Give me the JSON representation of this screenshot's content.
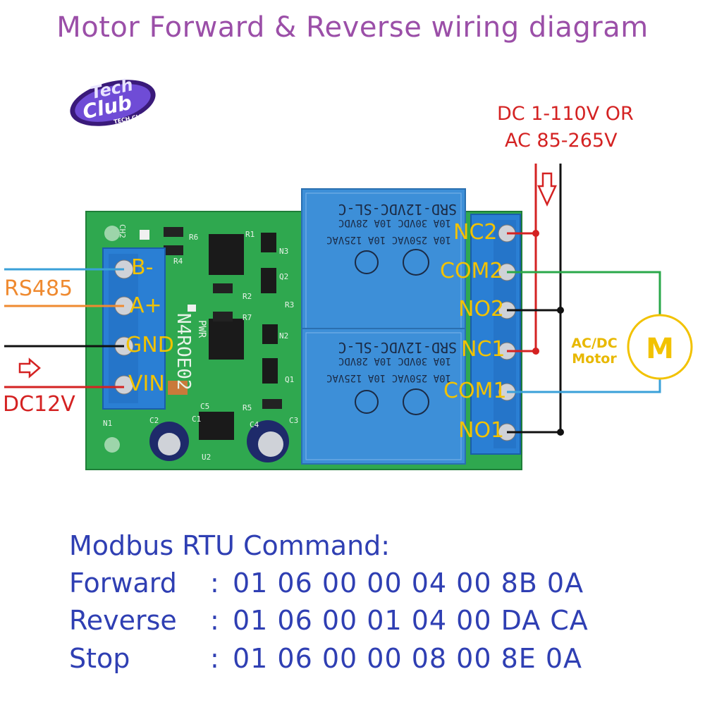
{
  "title": "Motor Forward & Reverse wiring diagram",
  "logo": {
    "line1": "Tech",
    "line2": "Club",
    "sub": "TECH CLUB"
  },
  "supply": {
    "line1": "DC 1-110V OR",
    "line2": "AC 85-265V"
  },
  "left_labels": {
    "rs485": "RS485",
    "dc12v": "DC12V"
  },
  "input_terminals": [
    "B-",
    "A+",
    "GND",
    "VIN"
  ],
  "relay_terminals": [
    "NC2",
    "COM2",
    "NO2",
    "NC1",
    "COM1",
    "NO1"
  ],
  "motor": {
    "symbol": "M",
    "label_line1": "AC/DC",
    "label_line2": "Motor"
  },
  "relay": {
    "model": "SRD-12VDC-SL-C",
    "ratings": [
      "10A 250VAC  10A 125VAC",
      "10A 30VDC  10A 28VDC"
    ]
  },
  "board": {
    "model": "N4ROE02",
    "pwr": "PWR"
  },
  "components": [
    "R1",
    "R2",
    "R3",
    "R4",
    "R5",
    "R6",
    "R7",
    "N1",
    "N2",
    "N3",
    "Q1",
    "Q2",
    "C1",
    "C2",
    "C3",
    "C4",
    "C5",
    "U2",
    "CH2"
  ],
  "commands": {
    "header": "Modbus RTU Command:",
    "rows": [
      {
        "name": "Forward",
        "colon": ":",
        "bytes": "01 06 00 00 04 00 8B 0A"
      },
      {
        "name": "Reverse",
        "colon": ":",
        "bytes": "01 06 00 01 04 00 DA CA"
      },
      {
        "name": "Stop",
        "colon": ":",
        "bytes": "01 06 00 00 08 00 8E 0A"
      }
    ]
  },
  "colors": {
    "title": "#9b4fa8",
    "rs485_wire": "#3aa0d8",
    "rs485_label": "#ef8a30",
    "power_red": "#d42222",
    "ground_black": "#111111",
    "motor_green": "#2aa84a",
    "motor_circle": "#f2c200",
    "pcb": "#2fa84f",
    "relay": "#3d8fd8",
    "terminal": "#2a7fd4",
    "command_text": "#2f3fb3"
  }
}
